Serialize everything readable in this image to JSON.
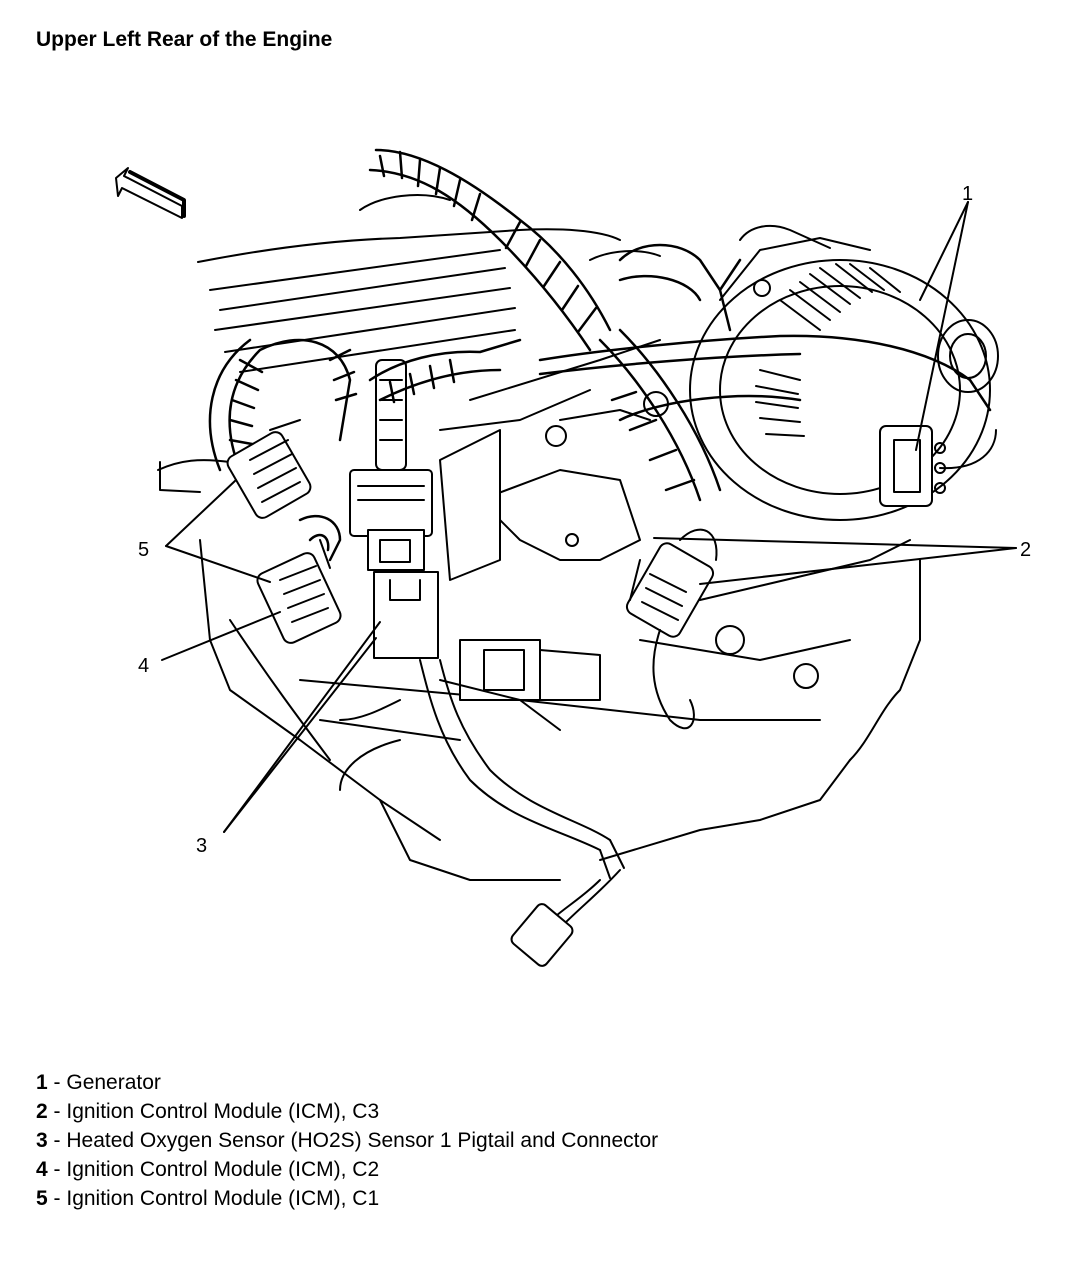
{
  "title": "Upper Left Rear of the Engine",
  "callouts": [
    "1",
    "2",
    "3",
    "4",
    "5"
  ],
  "legend": [
    {
      "num": "1",
      "sep": " - ",
      "text": "Generator"
    },
    {
      "num": "2",
      "sep": " - ",
      "text": "Ignition Control Module (ICM), C3"
    },
    {
      "num": "3",
      "sep": " - ",
      "text": "Heated Oxygen Sensor (HO2S) Sensor 1 Pigtail and Connector"
    },
    {
      "num": "4",
      "sep": " - ",
      "text": "Ignition Control Module (ICM), C2"
    },
    {
      "num": "5",
      "sep": " - ",
      "text": "Ignition Control Module (ICM), C1"
    }
  ]
}
